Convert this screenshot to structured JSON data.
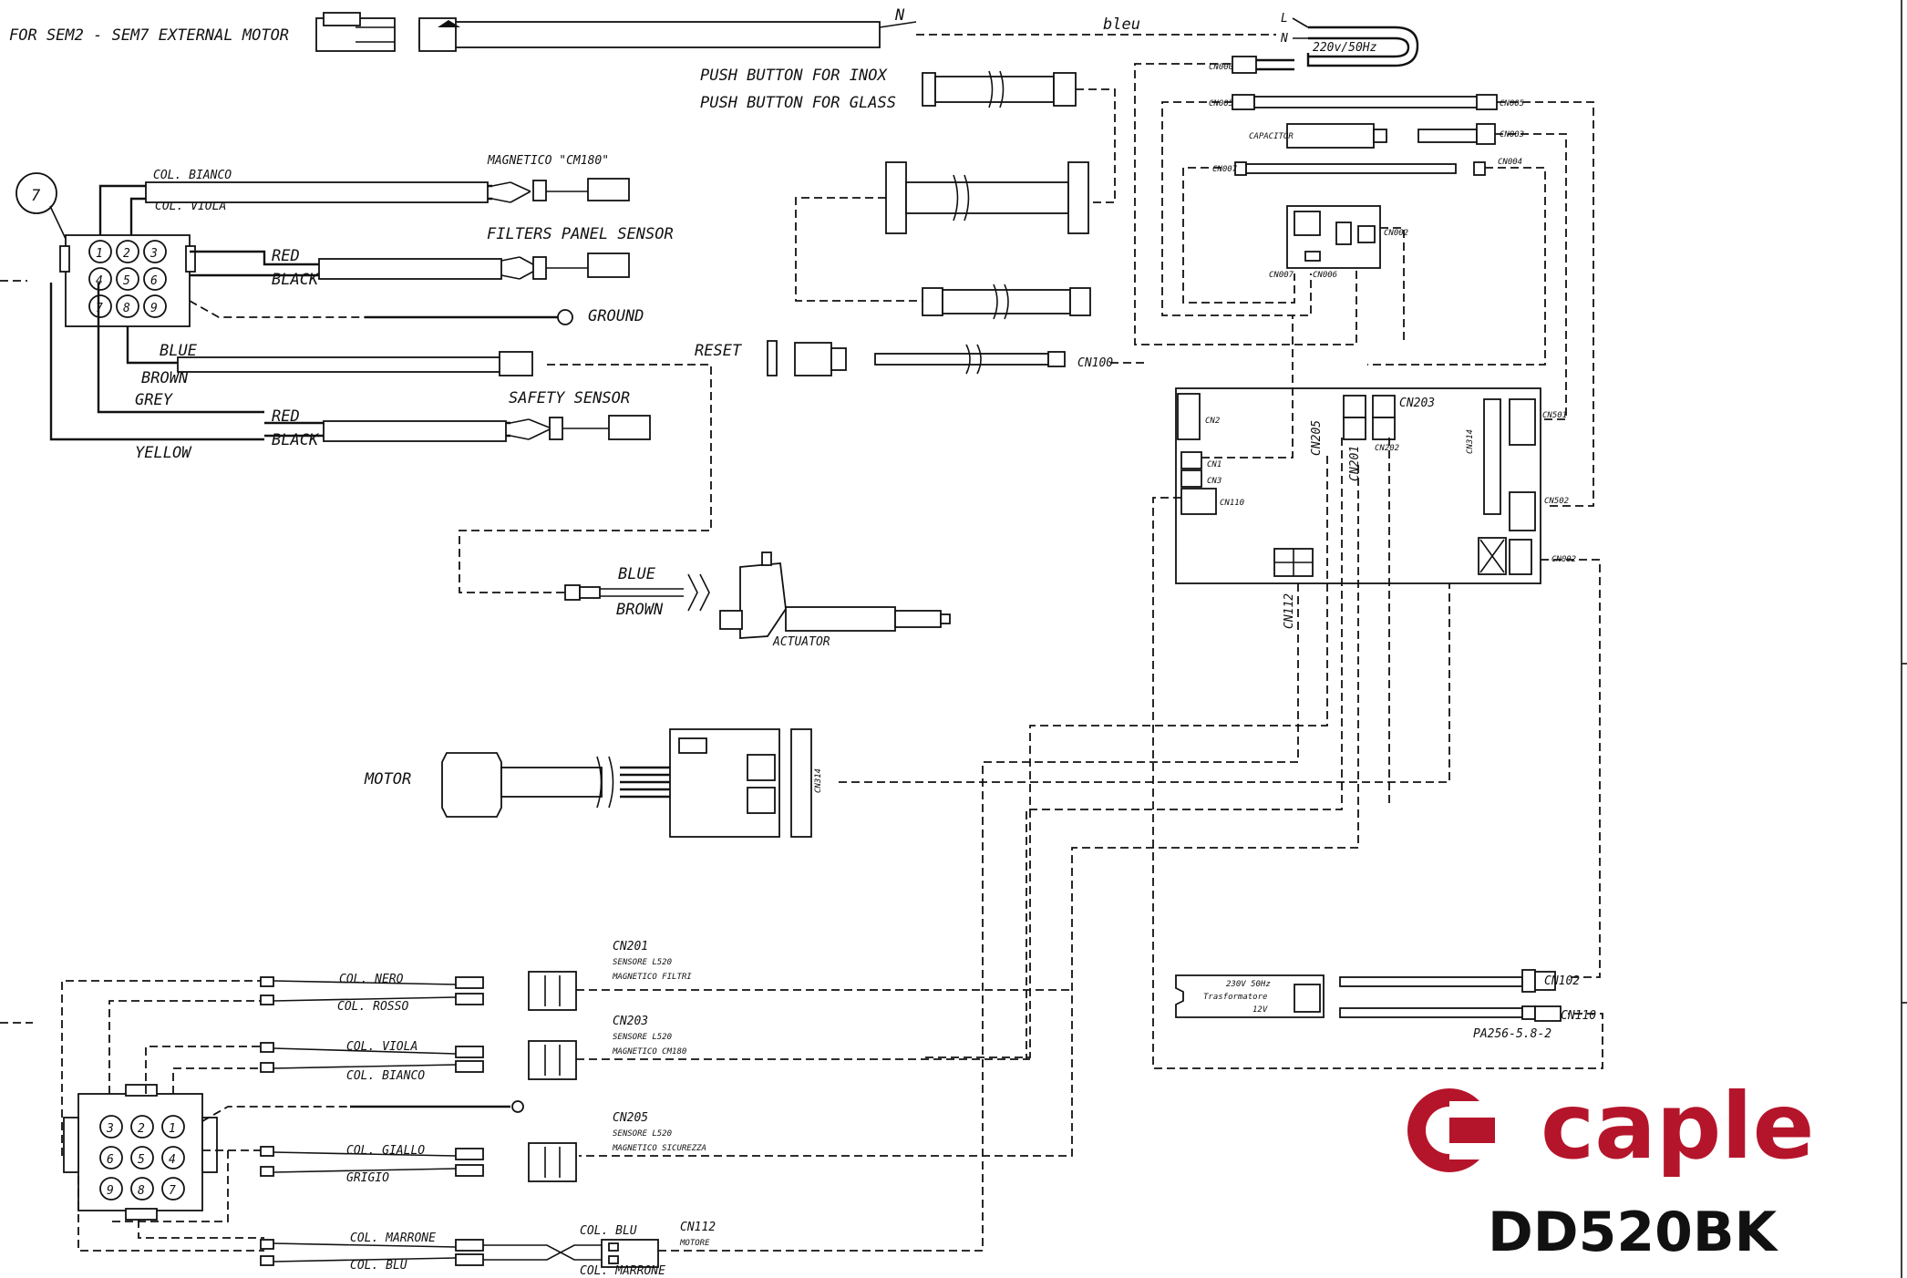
{
  "motor_header": {
    "label": "FOR SEM2 - SEM7 EXTERNAL MOTOR",
    "wire_n": "N",
    "wire_color": "bleu"
  },
  "mains": {
    "l": "L",
    "n": "N",
    "voltage": "220v/50Hz"
  },
  "push_buttons": {
    "inox": "PUSH BUTTON FOR INOX",
    "glass": "PUSH BUTTON FOR GLASS"
  },
  "connector_top": {
    "id_number": "7"
  },
  "top_wires": {
    "col_bianco": "COL. BIANCO",
    "col_viola": "COL. VIOLA",
    "magnetico": "MAGNETICO \"CM180\"",
    "filters_sensor": "FILTERS PANEL SENSOR",
    "red": "RED",
    "black": "BLACK",
    "ground": "GROUND",
    "blue": "BLUE",
    "brown": "BROWN",
    "grey": "GREY",
    "red2": "RED",
    "black2": "BLACK",
    "safety_sensor": "SAFETY SENSOR",
    "yellow": "YELLOW"
  },
  "pins_top": [
    "1",
    "2",
    "3",
    "4",
    "5",
    "6",
    "7",
    "8",
    "9"
  ],
  "reset": {
    "label": "RESET",
    "cn": "CN100"
  },
  "actuator": {
    "blue": "BLUE",
    "brown": "BROWN",
    "label": "ACTUATOR"
  },
  "motor": {
    "label": "MOTOR",
    "cn": "CN314"
  },
  "power_section": {
    "cn_a": "CN000",
    "cn_b": "CN005",
    "cn_c": "CN005",
    "capacitor": "CAPACITOR",
    "cn_d": "CN003",
    "cn_e": "CN007",
    "cn_f": "CN004",
    "board_cn1": "CN002",
    "board_cn2": "CN007",
    "board_cn3": "CN006"
  },
  "main_board": {
    "cn2": "CN2",
    "cn1": "CN1",
    "cn3": "CN3",
    "cn110": "CN110",
    "cn205": "CN205",
    "cn201": "CN201",
    "cn203": "CN203",
    "cn202": "CN202",
    "cn314": "CN314",
    "cn_r1": "CN501",
    "cn_r2": "CN502",
    "cn_r3": "CN002",
    "cn112": "CN112"
  },
  "transformer": {
    "line1": "230V 50Hz",
    "line2": "Trasformatore",
    "line3": "12V",
    "cn102": "CN102",
    "cn110": "CN110",
    "part": "PA256-5.8-2"
  },
  "bottom_wires": {
    "cn201": {
      "id": "CN201",
      "l1": "SENSORE L520",
      "l2": "MAGNETICO FILTRI",
      "c1": "COL. NERO",
      "c2": "COL. ROSSO"
    },
    "cn203": {
      "id": "CN203",
      "l1": "SENSORE L520",
      "l2": "MAGNETICO CM180",
      "c1": "COL. VIOLA",
      "c2": "COL. BIANCO"
    },
    "cn205": {
      "id": "CN205",
      "l1": "SENSORE L520",
      "l2": "MAGNETICO SICUREZZA",
      "c1": "COL. GIALLO",
      "c2": "GRIGIO"
    },
    "cn112": {
      "id": "CN112",
      "l1": "MOTORE",
      "c1": "COL. MARRONE",
      "c2": "COL. BLU",
      "c3": "COL. BLU",
      "c4": "COL. MARRONE"
    }
  },
  "pins_bottom": [
    "3",
    "2",
    "1",
    "6",
    "5",
    "4",
    "9",
    "8",
    "7"
  ],
  "brand": {
    "name": "caple",
    "model": "DD520BK",
    "color": "#b5152b"
  }
}
